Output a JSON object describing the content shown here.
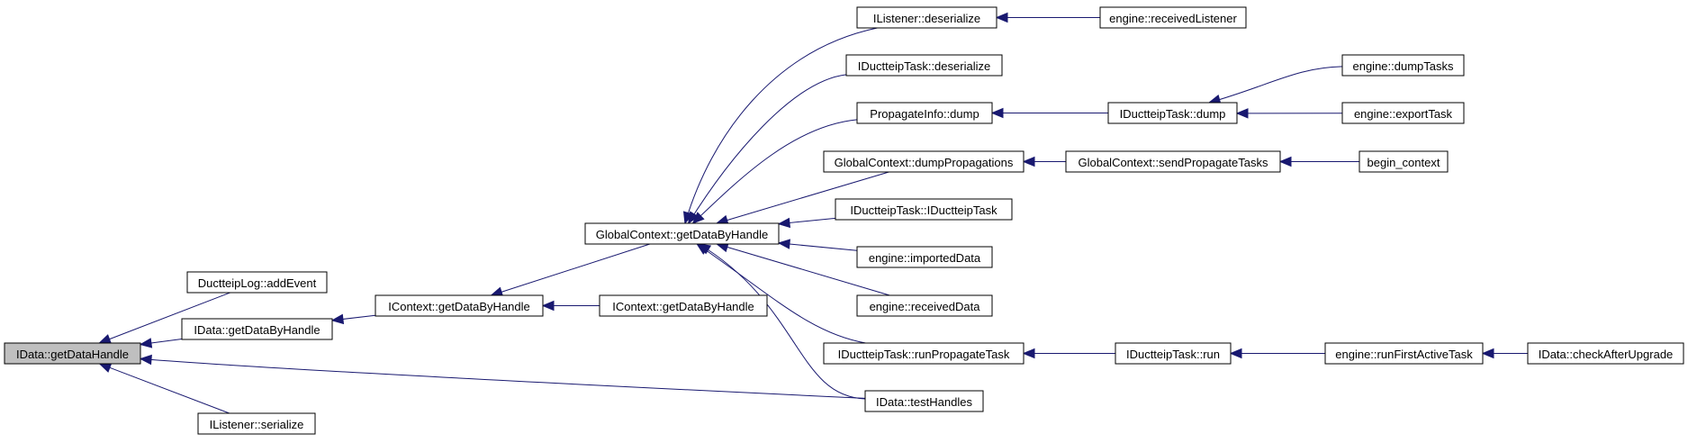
{
  "colors": {
    "edge": "#191970",
    "node_fill": "#ffffff",
    "root_fill": "#bfbfbf",
    "border": "#000000"
  },
  "nodes": [
    {
      "id": "n_idata_gdh",
      "label": "IData::getDataHandle",
      "root": true
    },
    {
      "id": "n_dlog_addevent",
      "label": "DuctteipLog::addEvent"
    },
    {
      "id": "n_idata_gdbh",
      "label": "IData::getDataByHandle"
    },
    {
      "id": "n_ilistener_ser",
      "label": "IListener::serialize"
    },
    {
      "id": "n_icontext_gdbh1",
      "label": "IContext::getDataByHandle"
    },
    {
      "id": "n_icontext_gdbh2",
      "label": "IContext::getDataByHandle"
    },
    {
      "id": "n_gc_gdbh",
      "label": "GlobalContext::getDataByHandle"
    },
    {
      "id": "n_ilistener_des",
      "label": "IListener::deserialize"
    },
    {
      "id": "n_idt_des",
      "label": "IDuctteipTask::deserialize"
    },
    {
      "id": "n_pi_dump",
      "label": "PropagateInfo::dump"
    },
    {
      "id": "n_gc_dumpprop",
      "label": "GlobalContext::dumpPropagations"
    },
    {
      "id": "n_idt_ctor",
      "label": "IDuctteipTask::IDuctteipTask"
    },
    {
      "id": "n_eng_imported",
      "label": "engine::importedData"
    },
    {
      "id": "n_eng_received",
      "label": "engine::receivedData"
    },
    {
      "id": "n_idt_runprop",
      "label": "IDuctteipTask::runPropagateTask"
    },
    {
      "id": "n_idata_testh",
      "label": "IData::testHandles"
    },
    {
      "id": "n_eng_reclistener",
      "label": "engine::receivedListener"
    },
    {
      "id": "n_idt_dump",
      "label": "IDuctteipTask::dump"
    },
    {
      "id": "n_gc_sendprop",
      "label": "GlobalContext::sendPropagateTasks"
    },
    {
      "id": "n_idt_run",
      "label": "IDuctteipTask::run"
    },
    {
      "id": "n_eng_dumptasks",
      "label": "engine::dumpTasks"
    },
    {
      "id": "n_eng_exporttask",
      "label": "engine::exportTask"
    },
    {
      "id": "n_begin_context",
      "label": "begin_context"
    },
    {
      "id": "n_eng_runfirst",
      "label": "engine::runFirstActiveTask"
    },
    {
      "id": "n_idata_checkupg",
      "label": "IData::checkAfterUpgrade"
    }
  ],
  "edges": [
    {
      "from": "n_dlog_addevent",
      "to": "n_idata_gdh"
    },
    {
      "from": "n_idata_gdbh",
      "to": "n_idata_gdh"
    },
    {
      "from": "n_ilistener_ser",
      "to": "n_idata_gdh"
    },
    {
      "from": "n_idata_testh",
      "to": "n_idata_gdh"
    },
    {
      "from": "n_icontext_gdbh1",
      "to": "n_idata_gdbh"
    },
    {
      "from": "n_gc_gdbh",
      "to": "n_icontext_gdbh1"
    },
    {
      "from": "n_icontext_gdbh2",
      "to": "n_icontext_gdbh1"
    },
    {
      "from": "n_ilistener_des",
      "to": "n_gc_gdbh"
    },
    {
      "from": "n_idt_des",
      "to": "n_gc_gdbh"
    },
    {
      "from": "n_pi_dump",
      "to": "n_gc_gdbh"
    },
    {
      "from": "n_gc_dumpprop",
      "to": "n_gc_gdbh"
    },
    {
      "from": "n_idt_ctor",
      "to": "n_gc_gdbh"
    },
    {
      "from": "n_eng_imported",
      "to": "n_gc_gdbh"
    },
    {
      "from": "n_eng_received",
      "to": "n_gc_gdbh"
    },
    {
      "from": "n_idt_runprop",
      "to": "n_gc_gdbh"
    },
    {
      "from": "n_idata_testh",
      "to": "n_gc_gdbh"
    },
    {
      "from": "n_eng_reclistener",
      "to": "n_ilistener_des"
    },
    {
      "from": "n_idt_dump",
      "to": "n_pi_dump"
    },
    {
      "from": "n_eng_dumptasks",
      "to": "n_idt_dump"
    },
    {
      "from": "n_eng_exporttask",
      "to": "n_idt_dump"
    },
    {
      "from": "n_gc_sendprop",
      "to": "n_gc_dumpprop"
    },
    {
      "from": "n_begin_context",
      "to": "n_gc_sendprop"
    },
    {
      "from": "n_idt_run",
      "to": "n_idt_runprop"
    },
    {
      "from": "n_eng_runfirst",
      "to": "n_idt_run"
    },
    {
      "from": "n_idata_checkupg",
      "to": "n_eng_runfirst"
    }
  ]
}
